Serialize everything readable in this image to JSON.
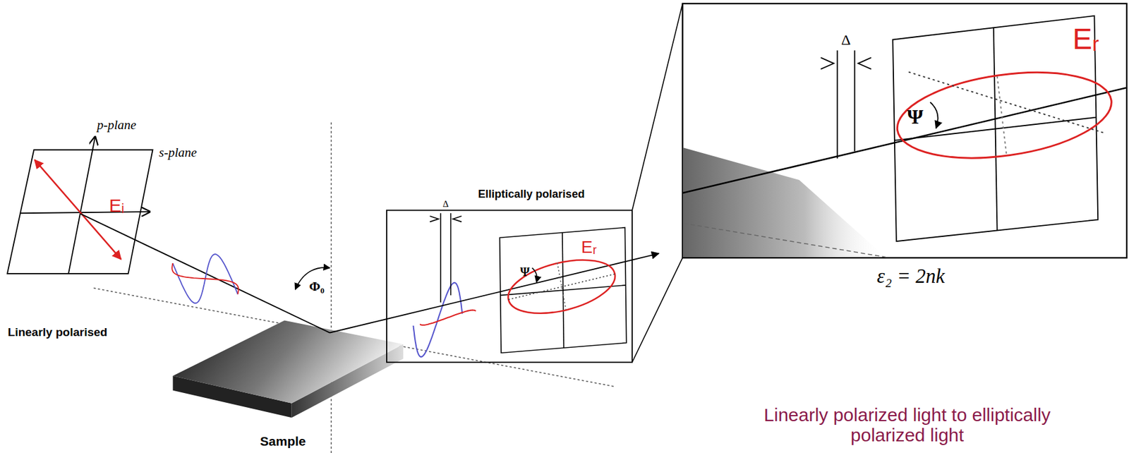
{
  "diagram": {
    "labels": [
      "p-plane",
      "s-plane",
      "Eᵢ",
      "Φ₀",
      "Linearly polarised",
      "Sample",
      "Elliptically polarised",
      "Δ",
      "Ψ",
      "Eᵣ",
      "Δ",
      "Ψ",
      "Eᵣ",
      "ε₂ = 2nk",
      "Linearly polarized light to elliptically polarized light"
    ]
  }
}
